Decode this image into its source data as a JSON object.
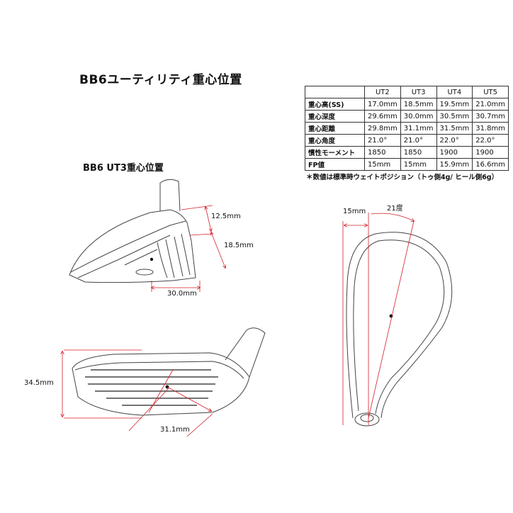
{
  "title": "BB6ユーティリティ重心位置",
  "subtitle": "BB6 UT3重心位置",
  "spec_table": {
    "columns": [
      "",
      "UT2",
      "UT3",
      "UT4",
      "UT5"
    ],
    "rows": [
      {
        "label": "重心高(SS)",
        "values": [
          "17.0mm",
          "18.5mm",
          "19.5mm",
          "21.0mm"
        ]
      },
      {
        "label": "重心深度",
        "values": [
          "29.6mm",
          "30.0mm",
          "30.5mm",
          "30.7mm"
        ]
      },
      {
        "label": "重心距離",
        "values": [
          "29.8mm",
          "31.1mm",
          "31.5mm",
          "31.8mm"
        ]
      },
      {
        "label": "重心角度",
        "values": [
          "21.0°",
          "21.0°",
          "22.0°",
          "22.0°"
        ]
      },
      {
        "label": "慣性モーメント",
        "values": [
          "1850",
          "1850",
          "1900",
          "1900"
        ]
      },
      {
        "label": "FP値",
        "values": [
          "15mm",
          "15mm",
          "15.9mm",
          "16.6mm"
        ]
      }
    ],
    "note": "＊数値は標準時ウェイトポジション（トゥ側4g/ ヒール側6g）"
  },
  "dimensions": {
    "side_top": "12.5mm",
    "side_mid": "18.5mm",
    "side_depth": "30.0mm",
    "face_height": "34.5mm",
    "face_distance": "31.1mm",
    "top_fp": "15mm",
    "top_angle": "21度"
  },
  "colors": {
    "dimension_line": "#d21f2a",
    "outline": "#444444"
  }
}
